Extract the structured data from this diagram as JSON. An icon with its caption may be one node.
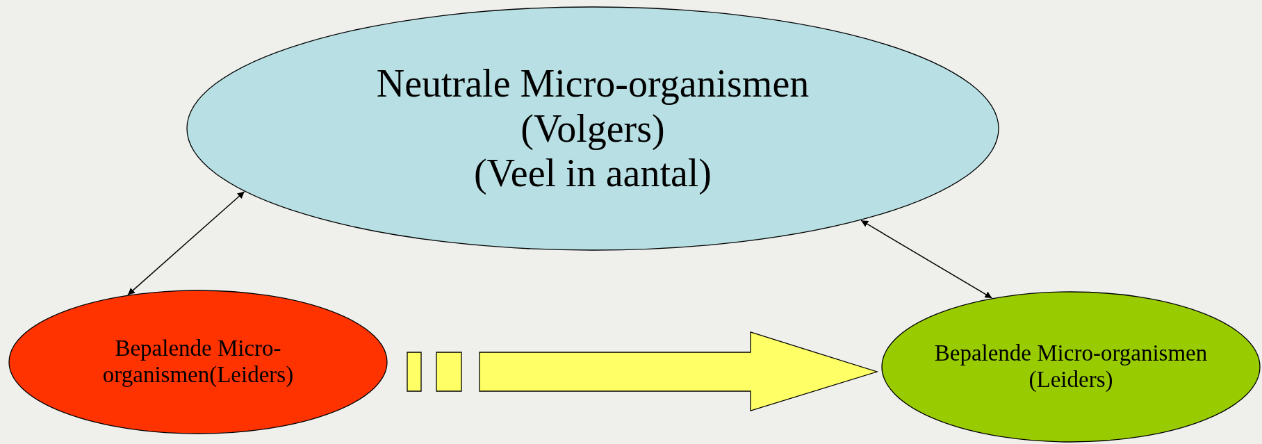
{
  "diagram": {
    "nodes": [
      {
        "text": [
          "Neutrale Micro-organismen",
          "(Volgers)",
          "(Veel in aantal)"
        ]
      },
      {
        "text": [
          "Bepalende Micro-organismen(Leiders)"
        ]
      },
      {
        "text": [
          "Bepalende Micro-organismen",
          "(Leiders)"
        ]
      }
    ],
    "edges": [
      {
        "from": 1,
        "to": 0,
        "arrow": "both"
      },
      {
        "from": 2,
        "to": 0,
        "arrow": "both"
      },
      {
        "from": 1,
        "to": 2,
        "arrow": "to",
        "style": "thick",
        "color": "#ffff66"
      }
    ]
  }
}
